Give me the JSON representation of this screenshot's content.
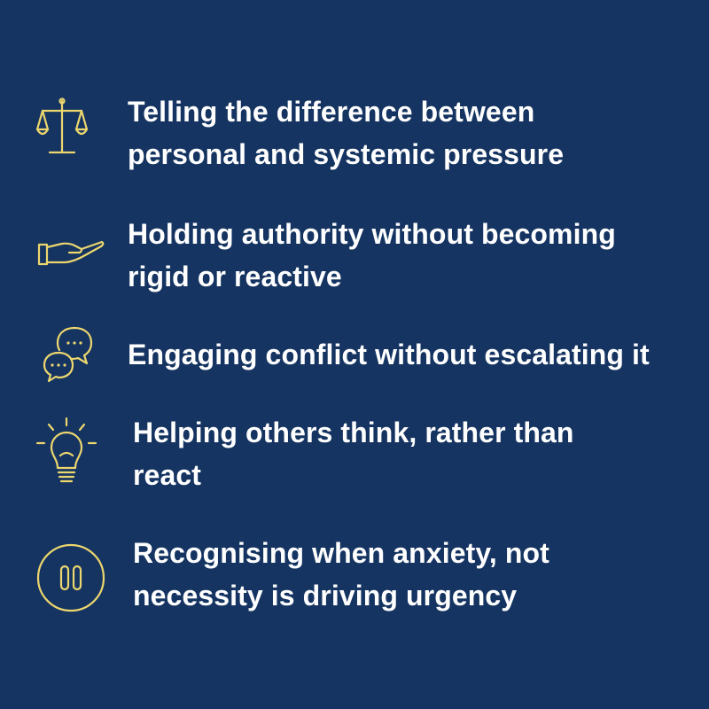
{
  "colors": {
    "background": "#153461",
    "text": "#ffffff",
    "icon_accent": "#ecd66e"
  },
  "items": [
    {
      "icon": "scales-icon",
      "lines": [
        "Telling the difference between",
        "personal and systemic pressure"
      ]
    },
    {
      "icon": "open-hand-icon",
      "lines": [
        "Holding authority without becoming",
        "rigid or reactive"
      ]
    },
    {
      "icon": "chat-bubbles-icon",
      "lines": [
        "Engaging conflict without escalating it"
      ]
    },
    {
      "icon": "lightbulb-icon",
      "lines": [
        "Helping others think, rather than",
        "react"
      ]
    },
    {
      "icon": "pause-icon",
      "lines": [
        "Recognising when anxiety, not",
        "necessity is driving urgency"
      ]
    }
  ]
}
